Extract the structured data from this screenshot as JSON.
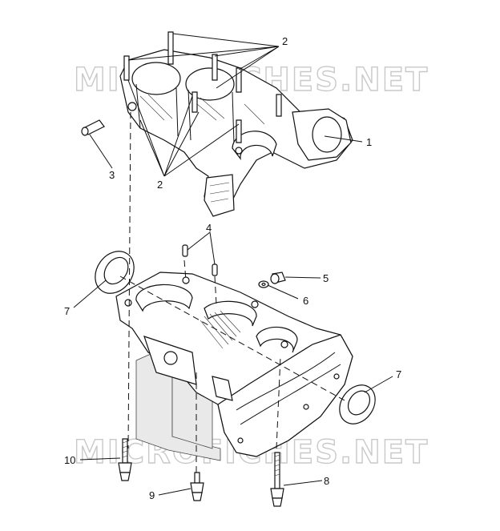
{
  "watermarks": [
    "MICROFICHES.NET",
    "MICROFICHES.NET"
  ],
  "callouts": {
    "c1": "1",
    "c2a": "2",
    "c2b": "2",
    "c3": "3",
    "c4": "4",
    "c5": "5",
    "c6": "6",
    "c7a": "7",
    "c7b": "7",
    "c8": "8",
    "c9": "9",
    "c10": "10"
  }
}
